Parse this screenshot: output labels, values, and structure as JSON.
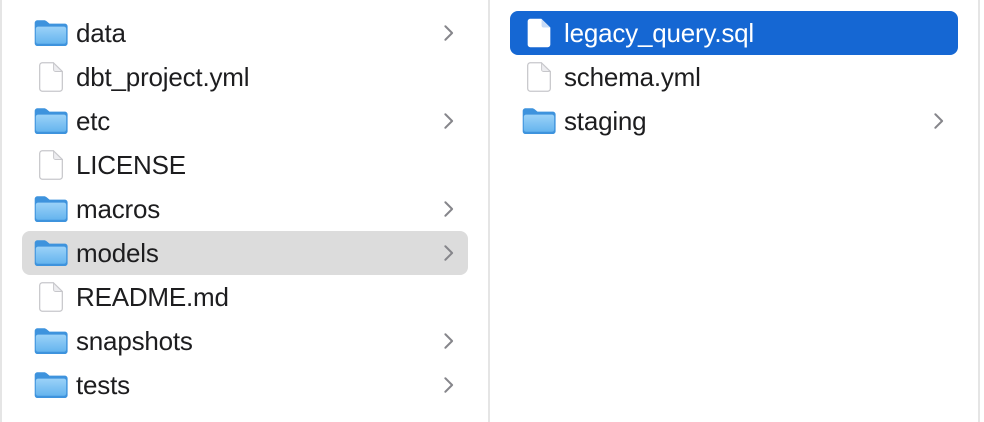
{
  "finder": {
    "columns": [
      {
        "name": "parent-column",
        "items": [
          {
            "label": "data",
            "type": "folder",
            "chevron": true,
            "selected": "none"
          },
          {
            "label": "dbt_project.yml",
            "type": "file",
            "chevron": false,
            "selected": "none"
          },
          {
            "label": "etc",
            "type": "folder",
            "chevron": true,
            "selected": "none"
          },
          {
            "label": "LICENSE",
            "type": "file",
            "chevron": false,
            "selected": "none"
          },
          {
            "label": "macros",
            "type": "folder",
            "chevron": true,
            "selected": "none"
          },
          {
            "label": "models",
            "type": "folder",
            "chevron": true,
            "selected": "inactive"
          },
          {
            "label": "README.md",
            "type": "file",
            "chevron": false,
            "selected": "none"
          },
          {
            "label": "snapshots",
            "type": "folder",
            "chevron": true,
            "selected": "none"
          },
          {
            "label": "tests",
            "type": "folder",
            "chevron": true,
            "selected": "none"
          }
        ]
      },
      {
        "name": "contents-column",
        "items": [
          {
            "label": "legacy_query.sql",
            "type": "file",
            "chevron": false,
            "selected": "active"
          },
          {
            "label": "schema.yml",
            "type": "file",
            "chevron": false,
            "selected": "none"
          },
          {
            "label": "staging",
            "type": "folder",
            "chevron": true,
            "selected": "none"
          }
        ]
      }
    ]
  },
  "colors": {
    "selection_active": "#1567d3",
    "selection_inactive": "#dcdcdc",
    "divider": "#e5e5e5",
    "text": "#1d1d1f",
    "text_selected": "#ffffff",
    "chevron": "#86868b",
    "background": "#ffffff"
  }
}
